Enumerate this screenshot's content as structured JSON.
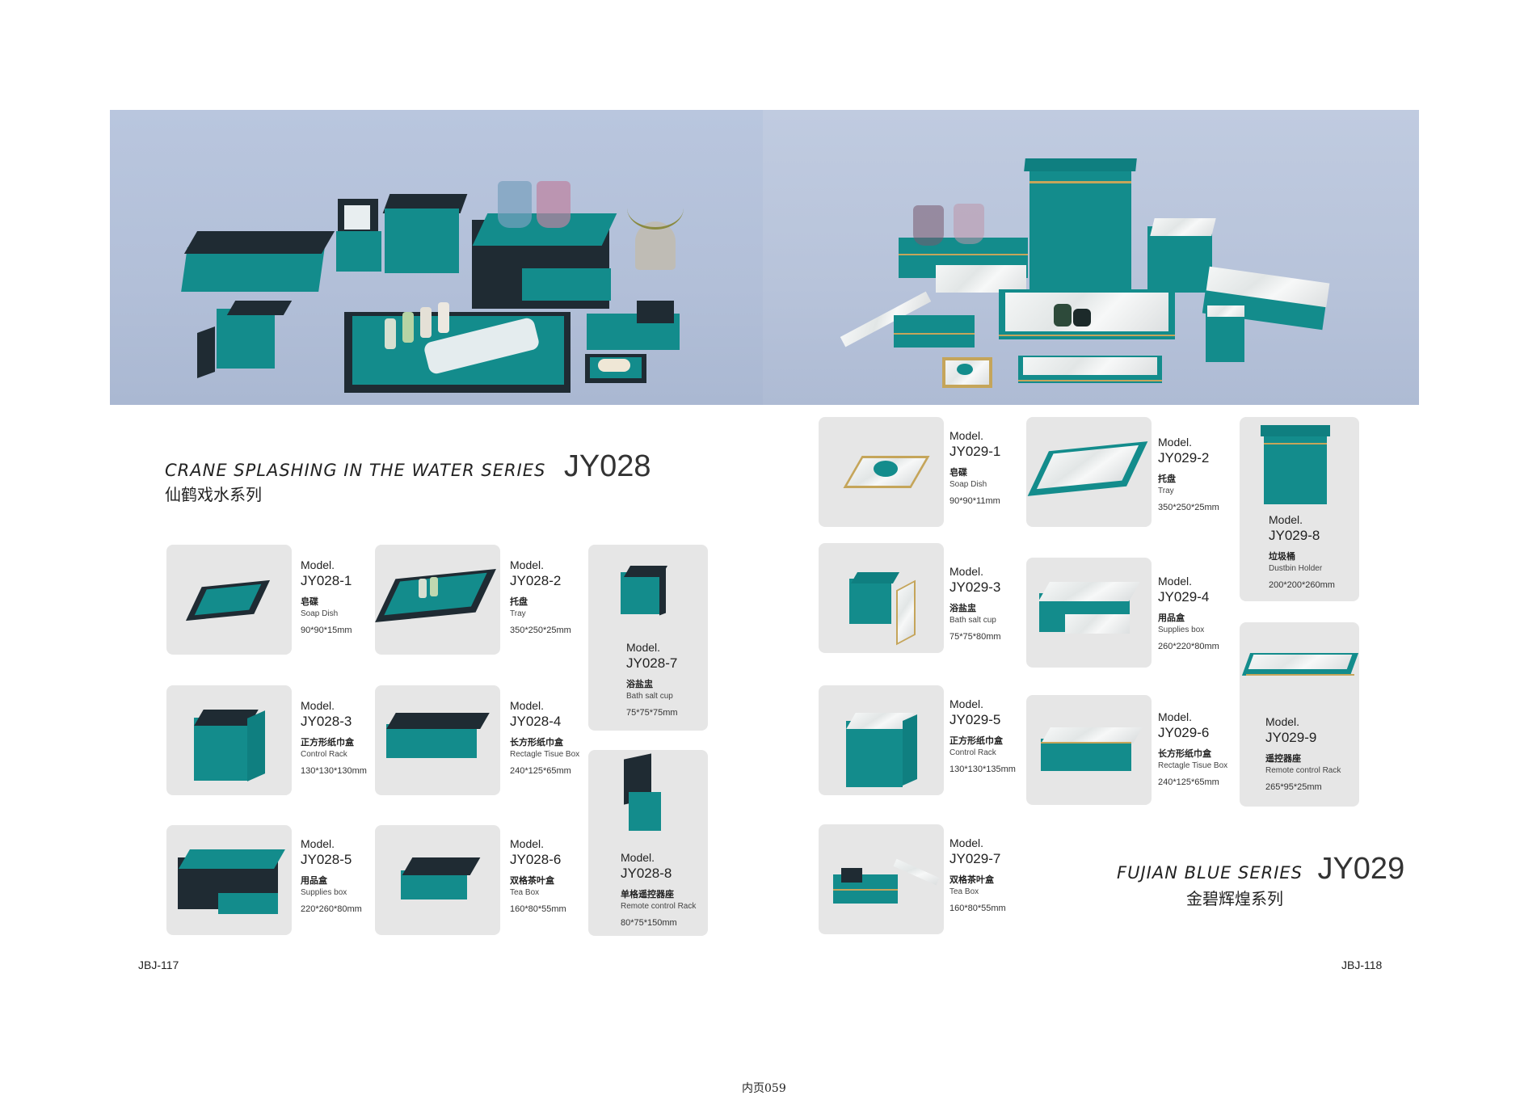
{
  "left_series": {
    "title_en": "CRANE SPLASHING IN THE WATER SERIES",
    "code": "JY028",
    "title_cn": "仙鹤戏水系列"
  },
  "right_series": {
    "title_en": "FUJIAN BLUE SERIES",
    "code": "JY029",
    "title_cn": "金碧辉煌系列"
  },
  "left_products": [
    {
      "model_label": "Model.",
      "code": "JY028-1",
      "cn": "皂碟",
      "en": "Soap Dish",
      "size": "90*90*15mm"
    },
    {
      "model_label": "Model.",
      "code": "JY028-2",
      "cn": "托盘",
      "en": "Tray",
      "size": "350*250*25mm"
    },
    {
      "model_label": "Model.",
      "code": "JY028-7",
      "cn": "浴盐盅",
      "en": "Bath salt cup",
      "size": "75*75*75mm"
    },
    {
      "model_label": "Model.",
      "code": "JY028-3",
      "cn": "正方形纸巾盒",
      "en": "Control Rack",
      "size": "130*130*130mm"
    },
    {
      "model_label": "Model.",
      "code": "JY028-4",
      "cn": "长方形纸巾盒",
      "en": "Rectagle Tisue Box",
      "size": "240*125*65mm"
    },
    {
      "model_label": "Model.",
      "code": "JY028-5",
      "cn": "用品盒",
      "en": "Supplies box",
      "size": "220*260*80mm"
    },
    {
      "model_label": "Model.",
      "code": "JY028-6",
      "cn": "双格茶叶盒",
      "en": "Tea Box",
      "size": "160*80*55mm"
    },
    {
      "model_label": "Model.",
      "code": "JY028-8",
      "cn": "单格遥控器座",
      "en": "Remote control Rack",
      "size": "80*75*150mm"
    }
  ],
  "right_products": [
    {
      "model_label": "Model.",
      "code": "JY029-1",
      "cn": "皂碟",
      "en": "Soap Dish",
      "size": "90*90*11mm"
    },
    {
      "model_label": "Model.",
      "code": "JY029-2",
      "cn": "托盘",
      "en": "Tray",
      "size": "350*250*25mm"
    },
    {
      "model_label": "Model.",
      "code": "JY029-8",
      "cn": "垃圾桶",
      "en": "Dustbin Holder",
      "size": "200*200*260mm"
    },
    {
      "model_label": "Model.",
      "code": "JY029-3",
      "cn": "浴盐盅",
      "en": "Bath salt cup",
      "size": "75*75*80mm"
    },
    {
      "model_label": "Model.",
      "code": "JY029-4",
      "cn": "用品盒",
      "en": "Supplies box",
      "size": "260*220*80mm"
    },
    {
      "model_label": "Model.",
      "code": "JY029-9",
      "cn": "遥控器座",
      "en": "Remote control Rack",
      "size": "265*95*25mm"
    },
    {
      "model_label": "Model.",
      "code": "JY029-5",
      "cn": "正方形纸巾盒",
      "en": "Control Rack",
      "size": "130*130*135mm"
    },
    {
      "model_label": "Model.",
      "code": "JY029-6",
      "cn": "长方形纸巾盒",
      "en": "Rectagle Tisue Box",
      "size": "240*125*65mm"
    },
    {
      "model_label": "Model.",
      "code": "JY029-7",
      "cn": "双格茶叶盒",
      "en": "Tea Box",
      "size": "160*80*55mm"
    }
  ],
  "page_numbers": {
    "left": "JBJ-117",
    "right": "JBJ-118"
  },
  "footer": "内页059",
  "colors": {
    "teal": "#138c8c",
    "dark": "#1f2b33",
    "gold": "#c5a55a",
    "card_bg": "#e6e6e6"
  }
}
